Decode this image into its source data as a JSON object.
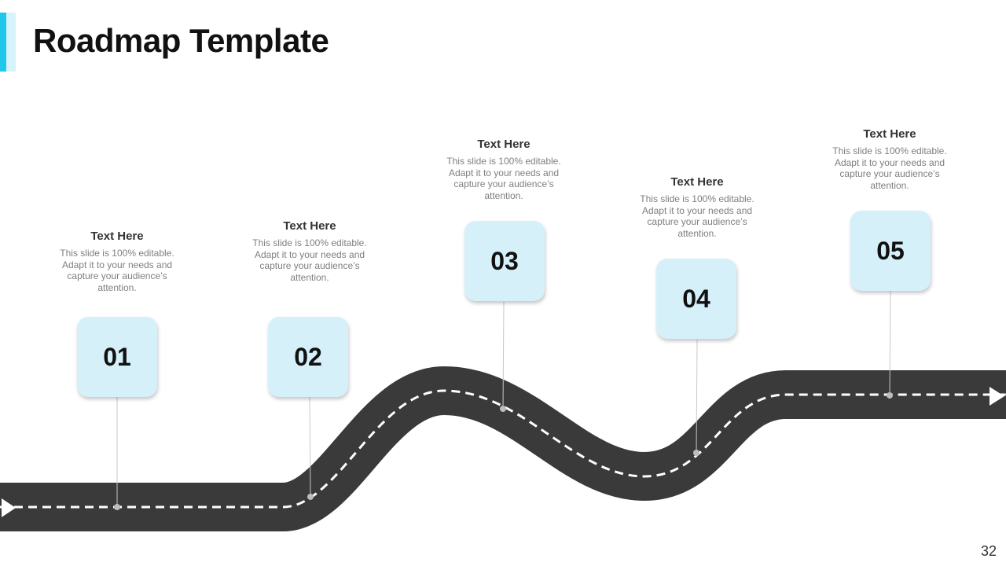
{
  "header": {
    "title": "Roadmap Template"
  },
  "steps": [
    {
      "number": "01",
      "heading": "Text Here",
      "body": "This slide is 100% editable. Adapt it to your needs and capture your audience’s attention."
    },
    {
      "number": "02",
      "heading": "Text Here",
      "body": "This slide is 100% editable. Adapt it to your needs and capture your audience’s attention."
    },
    {
      "number": "03",
      "heading": "Text Here",
      "body": "This slide is 100% editable. Adapt it to your needs and capture your audience’s attention."
    },
    {
      "number": "04",
      "heading": "Text Here",
      "body": "This slide is 100% editable. Adapt it to your needs and capture your audience’s attention."
    },
    {
      "number": "05",
      "heading": "Text Here",
      "body": "This slide is 100% editable. Adapt it to your needs and capture your audience’s attention."
    }
  ],
  "footer": {
    "page_number": "32"
  },
  "colors": {
    "accent": "#1fc8e8",
    "accent_light": "#d6f3fb",
    "road": "#3a3a3a",
    "box_fill": "#d6f0fa"
  }
}
